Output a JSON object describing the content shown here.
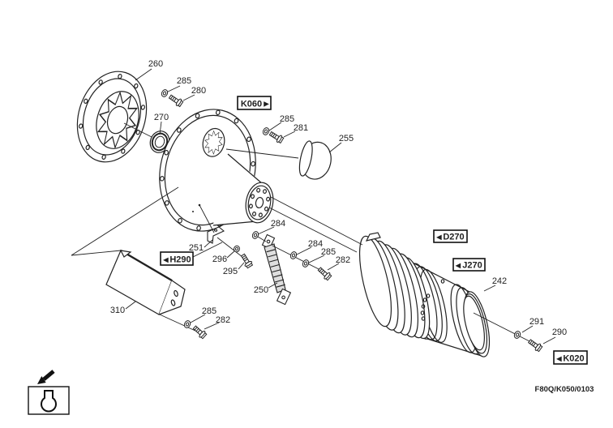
{
  "figure": {
    "code": "F80Q/K050/0103"
  },
  "part_labels": [
    {
      "text": "260"
    },
    {
      "text": "285"
    },
    {
      "text": "280"
    },
    {
      "text": "270"
    },
    {
      "text": "285"
    },
    {
      "text": "281"
    },
    {
      "text": "255"
    },
    {
      "text": "284"
    },
    {
      "text": "251"
    },
    {
      "text": "296"
    },
    {
      "text": "295"
    },
    {
      "text": "284"
    },
    {
      "text": "285"
    },
    {
      "text": "282"
    },
    {
      "text": "250"
    },
    {
      "text": "310"
    },
    {
      "text": "285"
    },
    {
      "text": "282"
    },
    {
      "text": "242"
    },
    {
      "text": "291"
    },
    {
      "text": "290"
    }
  ],
  "ref_boxes": [
    {
      "text": "K060",
      "arrow": "▶",
      "arrow_side": "right"
    },
    {
      "text": "H290",
      "arrow": "◀",
      "arrow_side": "left"
    },
    {
      "text": "D270",
      "arrow": "◀",
      "arrow_side": "left"
    },
    {
      "text": "J270",
      "arrow": "◀",
      "arrow_side": "left"
    },
    {
      "text": "K020",
      "arrow": "◀",
      "arrow_side": "left"
    }
  ],
  "icons": {
    "corner_arrow": "arrow-pointing-southwest",
    "legend_symbol": "keyhole-outline"
  },
  "colors": {
    "line": "#222222",
    "background": "#ffffff",
    "hatch_fill": "#dedede"
  }
}
